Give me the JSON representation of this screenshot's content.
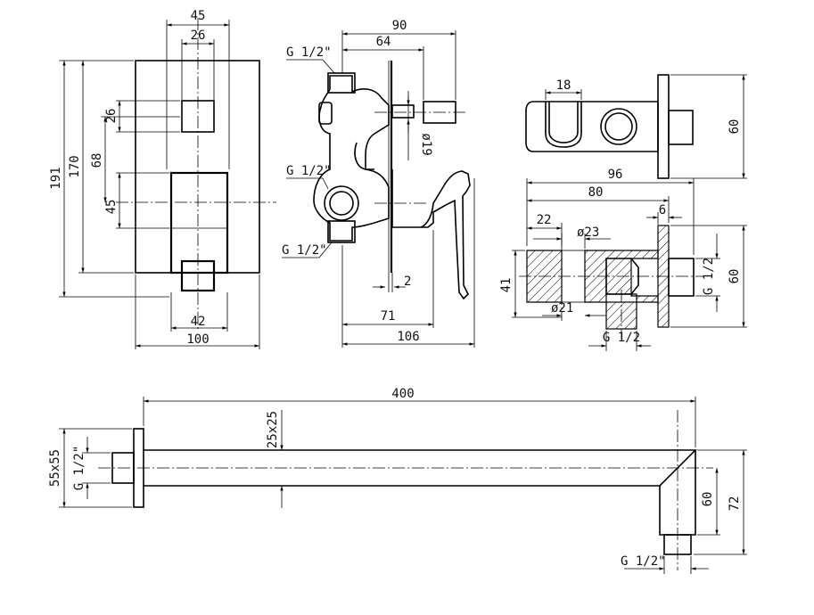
{
  "mixer_front": {
    "width": "100",
    "height_total": "191",
    "height_inner": "170",
    "top_width": "45",
    "square_width": "26",
    "square_height": "26",
    "gap": "68",
    "lever_height": "45",
    "bottom_width": "42"
  },
  "mixer_side": {
    "thread_top": "G 1/2\"",
    "thread_mid": "G 1/2\"",
    "thread_bottom": "G 1/2\"",
    "depth_max": "90",
    "depth_inner": "64",
    "diameter": "ø19",
    "plate_thickness": "2",
    "depth_71": "71",
    "depth_106": "106"
  },
  "outlet_top": {
    "width": "18",
    "height": "60"
  },
  "outlet_section": {
    "length_total": "96",
    "length_inner": "80",
    "offset": "22",
    "diameter_top": "ø23",
    "diameter_bottom": "ø21",
    "height": "41",
    "flange": "6",
    "thread_right": "G 1/2",
    "height_right": "60",
    "thread_bottom": "G 1/2"
  },
  "shower_arm": {
    "length": "400",
    "profile": "25x25",
    "flange": "55x55",
    "thread_wall": "G 1/2\"",
    "drop_inner": "60",
    "drop_outer": "72",
    "thread_head": "G 1/2\""
  }
}
